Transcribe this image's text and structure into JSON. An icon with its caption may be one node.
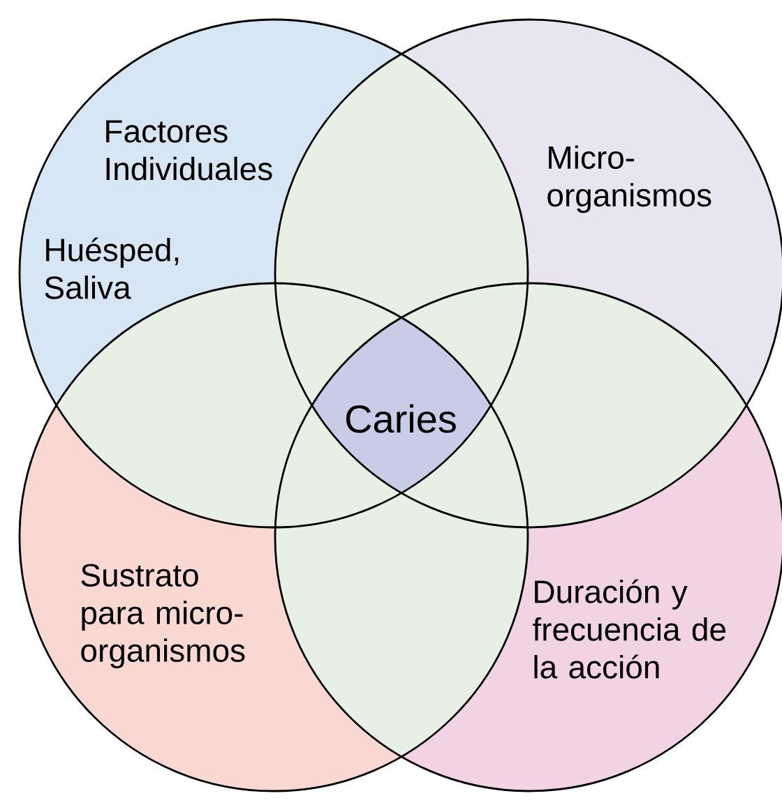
{
  "diagram": {
    "nodes": [
      {
        "text": [
          "Factores Individuales",
          "Huésped, Saliva"
        ]
      },
      {
        "text": [
          "Micro- organismos"
        ]
      },
      {
        "text": [
          "Sustrato para micro- organismos"
        ]
      },
      {
        "text": [
          "Duración y frecuencia de la acción"
        ]
      },
      {
        "text": [
          "Caries"
        ]
      }
    ]
  }
}
